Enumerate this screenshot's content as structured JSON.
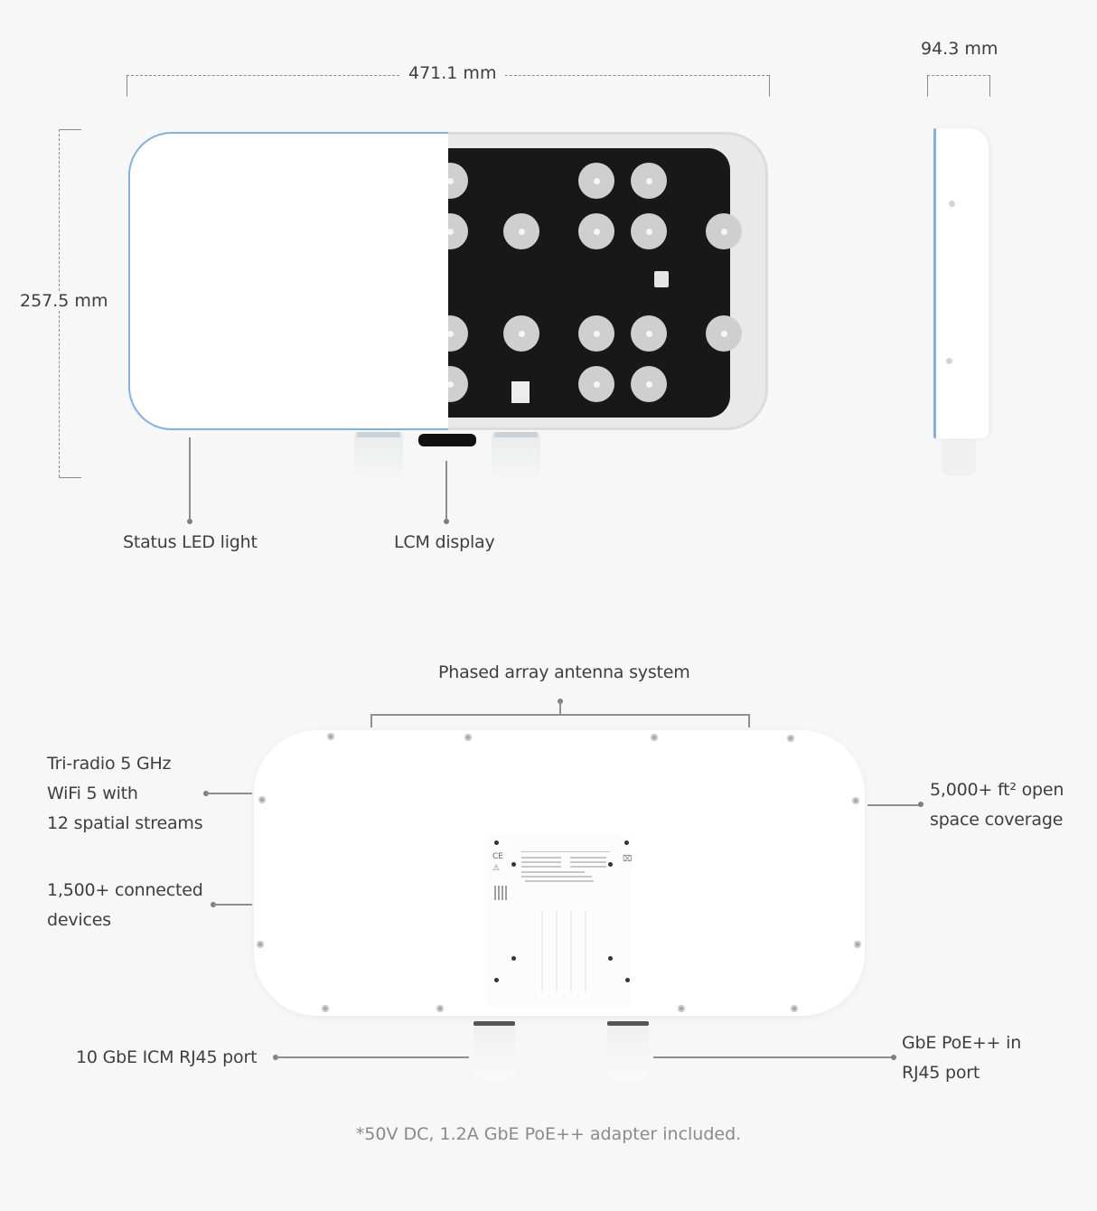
{
  "dimensions": {
    "width": "471.1 mm",
    "height": "257.5 mm",
    "depth": "94.3 mm"
  },
  "front_view": {
    "callouts": [
      {
        "label": "Status LED light"
      },
      {
        "label": "LCM display"
      }
    ]
  },
  "back_view": {
    "callouts": {
      "antenna": "Phased array antenna system",
      "radio": [
        "Tri-radio 5 GHz",
        "WiFi 5 with",
        "12 spatial streams"
      ],
      "clients": [
        "1,500+ connected",
        "devices"
      ],
      "coverage": [
        "5,000+ ft² open",
        "space coverage"
      ],
      "port_left": "10 GbE ICM RJ45 port",
      "port_right": [
        "GbE PoE++ in",
        "RJ45 port"
      ]
    }
  },
  "footnote": "*50V DC, 1.2A GbE PoE++ adapter included.",
  "colors": {
    "background": "#f7f7f7",
    "led_ring": "#7fb2e5",
    "text": "#3e3e3e",
    "footnote": "#8a8a8a",
    "pcb": "#181818"
  }
}
